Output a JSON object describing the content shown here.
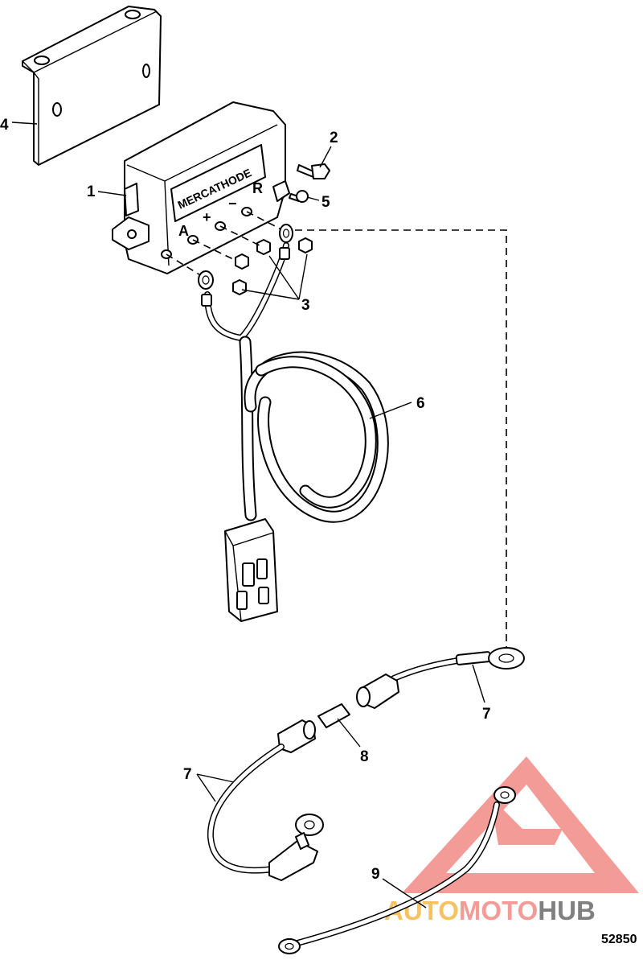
{
  "diagram": {
    "unit_label": "MERCATHODE",
    "terminal_labels": [
      "A",
      "+",
      "−",
      "R"
    ],
    "callouts": [
      "1",
      "2",
      "3",
      "4",
      "5",
      "6",
      "7",
      "7",
      "8",
      "9"
    ],
    "figure_number": "52850"
  },
  "watermark": {
    "part1": "AUTO",
    "part2": "MOTO",
    "part3": "HUB",
    "colors": {
      "triangle": "#f08a86",
      "auto": "#f5b84a",
      "moto": "#f08a86",
      "hub": "#6b6b6b"
    }
  }
}
